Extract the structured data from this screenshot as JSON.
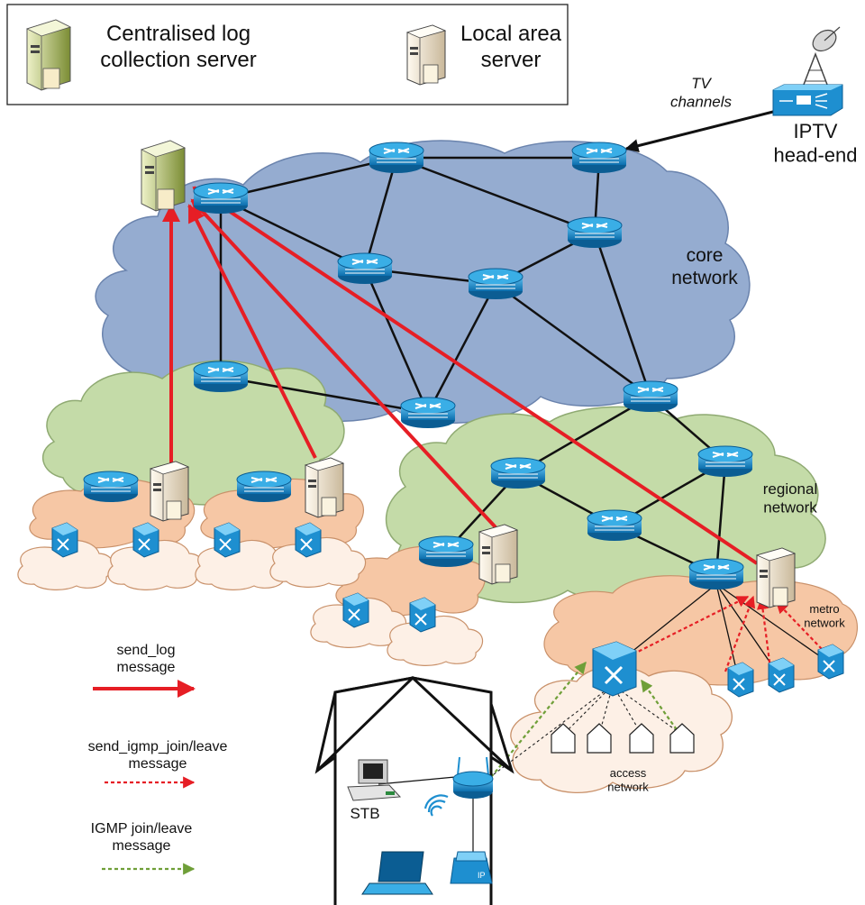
{
  "legend": {
    "central_server": "Centralised log\ncollection server",
    "local_server": "Local area\nserver"
  },
  "labels": {
    "tv_channels": "TV\nchannels",
    "iptv": "IPTV\nhead-end",
    "core": "core\nnetwork",
    "regional": "regional\nnetwork",
    "metro": "metro\nnetwork",
    "access": "access\nnetwork",
    "stb": "STB"
  },
  "key": {
    "send_log": "send_log\nmessage",
    "send_igmp": "send_igmp_join/leave\nmessage",
    "igmp": "IGMP join/leave\nmessage"
  },
  "colors": {
    "core_cloud": "#95acd0",
    "regional_cloud": "#c4dba8",
    "metro_cloud": "#f6c7a5",
    "access_cloud": "#fdf0e6",
    "router": "#1e8fd0",
    "send_log": "#e61e25",
    "igmp": "#6f9f38"
  }
}
